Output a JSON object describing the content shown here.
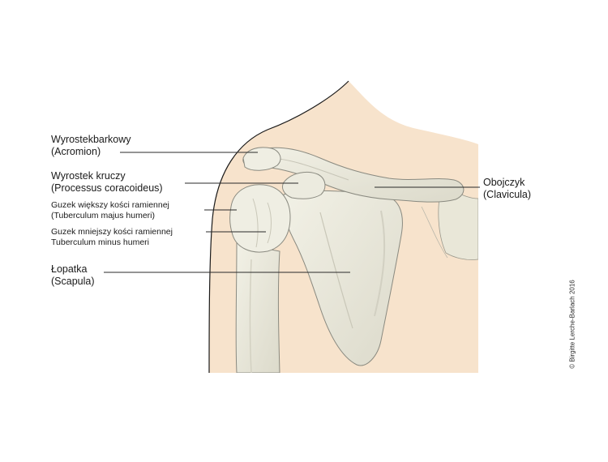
{
  "labels": {
    "acromion": {
      "line1": "Wyrostekbarkowy",
      "line2": "(Acromion)"
    },
    "coracoid": {
      "line1": "Wyrostek kruczy",
      "line2": "(Processus coracoideus)"
    },
    "greater_tubercle": {
      "line1": "Guzek większy kości ramiennej",
      "line2": "(Tuberculum majus humeri)"
    },
    "lesser_tubercle": {
      "line1": "Guzek mniejszy kości ramiennej",
      "line2": "Tuberculum minus humeri"
    },
    "scapula": {
      "line1": "Łopatka",
      "line2": "(Scapula)"
    },
    "clavicle": {
      "line1": "Obojczyk",
      "line2": "(Clavicula)"
    }
  },
  "copyright": "© Birgitte Lerche-Barlach 2016",
  "colors": {
    "skin": "#f7e3cc",
    "bone": "#ecebdf",
    "bone_shadow": "#d3d1c2",
    "outline": "#8a8a80",
    "leader_line": "#2a2a2a"
  }
}
